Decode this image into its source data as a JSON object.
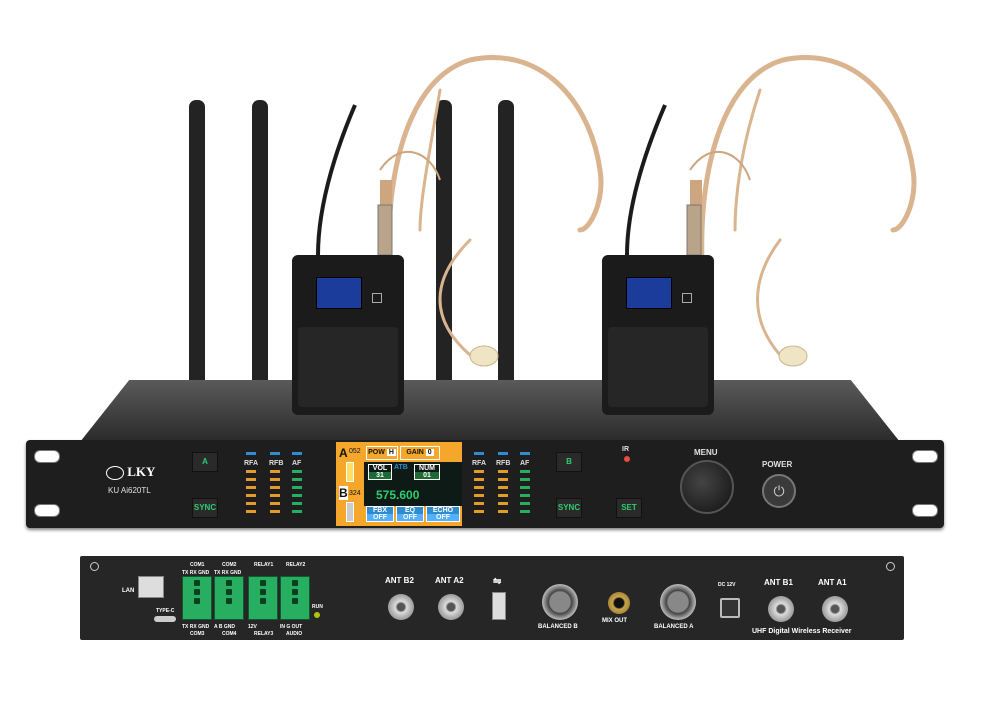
{
  "colors": {
    "panel": "#1e1e1e",
    "accent_green": "#2ecc71",
    "lcd_orange": "#f4a72a",
    "meter_blue": "#2f8ccf",
    "meter_orange": "#e59a2c",
    "meter_green": "#27ae60",
    "skin": "#d9b48f"
  },
  "front": {
    "brand": "LKY",
    "model": "KU Ai620TL",
    "ch_a_button": "A",
    "ch_b_button": "B",
    "sync_left": "SYNC",
    "sync_right": "SYNC",
    "set": "SET",
    "ir": "IR",
    "menu": "MENU",
    "power": "POWER",
    "meters_left": [
      "RFA",
      "RFB",
      "AF"
    ],
    "meters_right": [
      "RFA",
      "RFB",
      "AF"
    ],
    "lcd": {
      "a_label": "A",
      "a_num": "052",
      "b_label": "B",
      "b_num": "324",
      "pow": "POW",
      "pow_val": "H",
      "gain": "GAIN",
      "gain_val": "0",
      "vol": "VOL",
      "vol_val": "31",
      "atb": "ATB",
      "num": "NUM",
      "num_val": "01",
      "freq": "575.600",
      "fbx": "FBX",
      "eq": "EQ",
      "echo": "ECHO",
      "off": "OFF"
    }
  },
  "rear": {
    "lan": "LAN",
    "type_c": "TYPE-C",
    "com1": "COM1",
    "com1_pins": "TX RX GND",
    "com3_pins": "TX RX GND",
    "com3": "COM3",
    "com2": "COM2",
    "com2_pins": "TX RX GND",
    "com4_pins": "A  B  GND",
    "com4": "COM4",
    "relay1": "RELAY1",
    "relay3_pins": "12V",
    "relay3": "RELAY3",
    "relay2": "RELAY2",
    "audio_pins": "IN  G  OUT",
    "audio": "AUDIO",
    "run": "RUN",
    "ant_b2": "ANT B2",
    "ant_a2": "ANT A2",
    "balanced_b": "BALANCED B",
    "mix_out": "MIX OUT",
    "balanced_a": "BALANCED A",
    "dc": "DC 12V",
    "ant_b1": "ANT B1",
    "ant_a1": "ANT A1",
    "footer": "UHF Digital Wireless Receiver"
  }
}
